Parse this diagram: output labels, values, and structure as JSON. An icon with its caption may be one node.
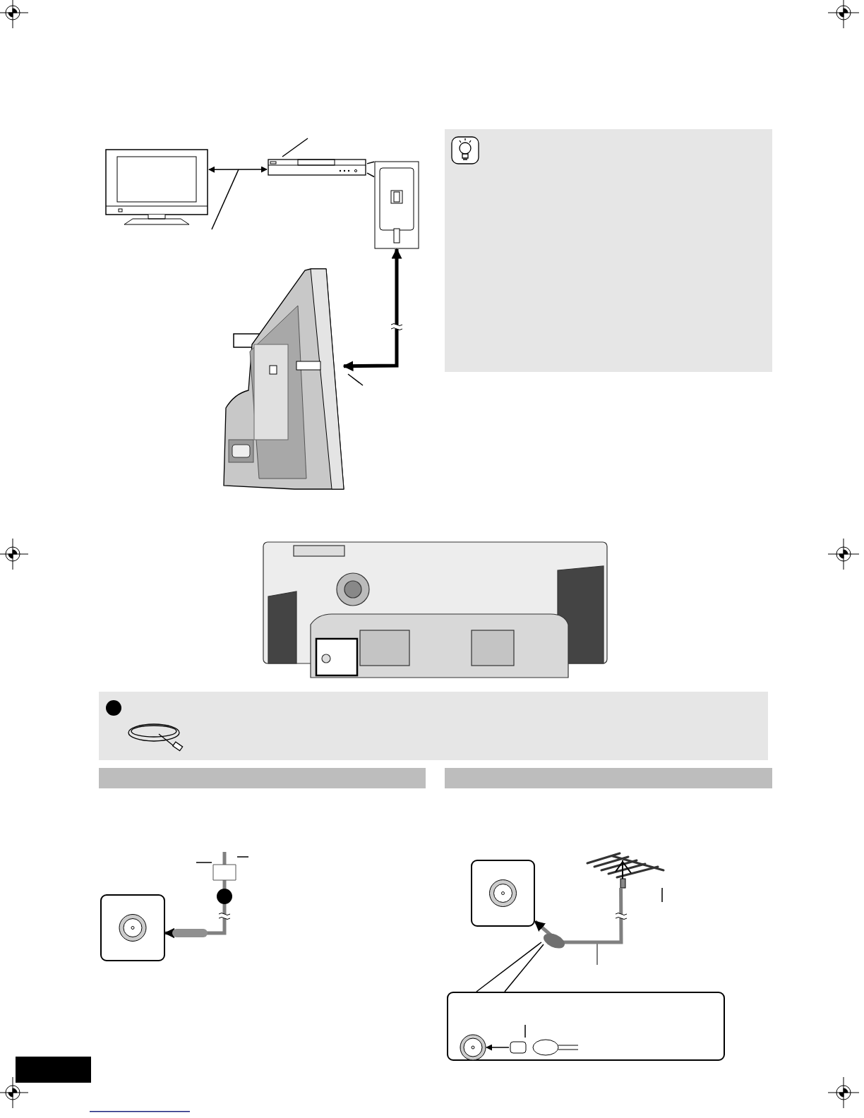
{
  "diagram": {
    "nodes": [
      {
        "text": [],
        "shape": "picture"
      },
      {
        "text": [],
        "shape": "picture"
      },
      {
        "text": [],
        "shape": "box"
      },
      {
        "text": [],
        "shape": "picture"
      },
      {
        "text": [],
        "shape": "box"
      },
      {
        "text": [],
        "shape": "picture"
      },
      {
        "text": [],
        "shape": "box"
      },
      {
        "text": [],
        "shape": "picture"
      },
      {
        "text": [],
        "shape": "box"
      },
      {
        "text": [],
        "shape": "circle",
        "in": 8
      },
      {
        "text": [],
        "shape": "picture",
        "in": 8
      }
    ],
    "edges": [
      {
        "from": 0,
        "to": 1,
        "arrow": "both"
      },
      {
        "from": 2,
        "to": 3,
        "arrow": "both",
        "style": "thick"
      },
      {
        "from": 5,
        "to": 4,
        "arrow": "to",
        "style": "thick",
        "color": "#808080"
      },
      {
        "from": 7,
        "to": 6,
        "arrow": "to",
        "style": "thick",
        "color": "#808080"
      },
      {
        "from": 10,
        "to": 9,
        "arrow": "to"
      },
      {
        "from": null,
        "to": 1,
        "arrow": "none"
      },
      {
        "from": 1,
        "to": 2,
        "arrow": "none"
      },
      {
        "from": 1,
        "to": 2,
        "arrow": "none"
      },
      {
        "from": null,
        "to": 5,
        "arrow": "none"
      },
      {
        "from": null,
        "to": 5,
        "arrow": "none"
      },
      {
        "from": null,
        "to": 7,
        "arrow": "none"
      },
      {
        "from": null,
        "to": 10,
        "arrow": "none"
      }
    ]
  }
}
